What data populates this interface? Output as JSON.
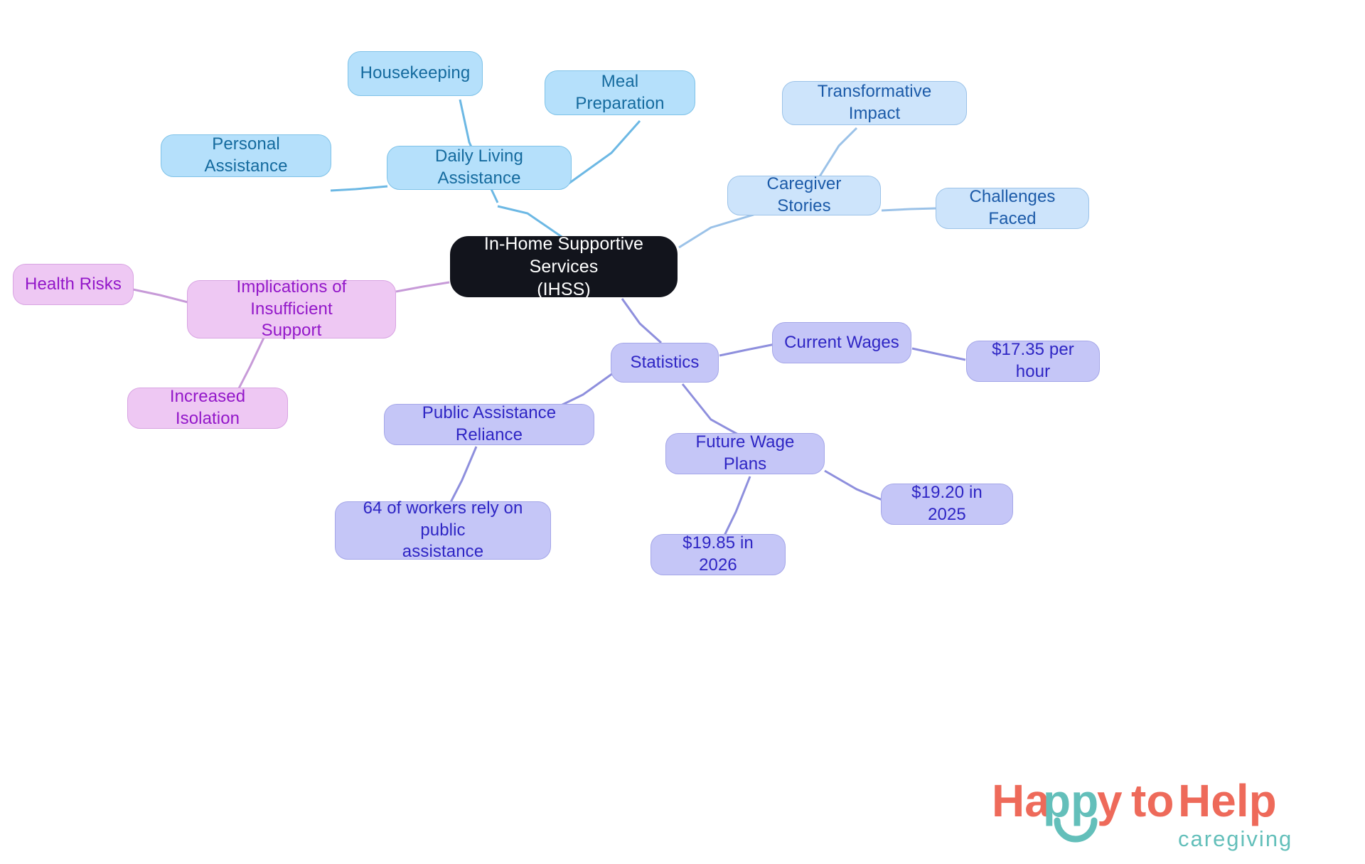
{
  "diagram": {
    "type": "mindmap",
    "title": "In-Home Supportive Services (IHSS)",
    "background_color": "#ffffff",
    "root": {
      "id": "root",
      "label": "In-Home Supportive Services (IHSS)",
      "label_line1": "In-Home Supportive Services",
      "label_line2": "(IHSS)",
      "color": "#12141c",
      "text_color": "#ffffff"
    },
    "branches": [
      {
        "id": "daily-living-assistance",
        "label": "Daily Living Assistance",
        "color": "#b5e0fb",
        "border_color": "#7ec2e8",
        "text_color": "#146a9e",
        "children": [
          {
            "id": "housekeeping",
            "label": "Housekeeping"
          },
          {
            "id": "meal-preparation",
            "label": "Meal Preparation"
          },
          {
            "id": "personal-assistance",
            "label": "Personal Assistance"
          }
        ]
      },
      {
        "id": "caregiver-stories",
        "label": "Caregiver Stories",
        "color": "#cde4fb",
        "border_color": "#9bc2e8",
        "text_color": "#1b5aa8",
        "children": [
          {
            "id": "transformative-impact",
            "label": "Transformative Impact"
          },
          {
            "id": "challenges-faced",
            "label": "Challenges Faced"
          }
        ]
      },
      {
        "id": "statistics",
        "label": "Statistics",
        "color": "#c5c6f7",
        "border_color": "#a4a6e8",
        "text_color": "#2e25c4",
        "children": [
          {
            "id": "current-wages",
            "label": "Current Wages",
            "children": [
              {
                "id": "wage-current",
                "label": "$17.35 per hour"
              }
            ]
          },
          {
            "id": "future-wage-plans",
            "label": "Future Wage Plans",
            "children": [
              {
                "id": "wage-2025",
                "label": "$19.20 in 2025"
              },
              {
                "id": "wage-2026",
                "label": "$19.85 in 2026"
              }
            ]
          },
          {
            "id": "public-assistance-reliance",
            "label": "Public Assistance Reliance",
            "children": [
              {
                "id": "public-assistance-stat",
                "label": "64 of workers rely on public assistance",
                "label_line1": "64 of workers rely on public",
                "label_line2": "assistance"
              }
            ]
          }
        ]
      },
      {
        "id": "implications-of-insufficient-support",
        "label": "Implications of Insufficient Support",
        "label_line1": "Implications of Insufficient",
        "label_line2": "Support",
        "color": "#eec8f3",
        "border_color": "#d8a3e2",
        "text_color": "#9317c9",
        "children": [
          {
            "id": "health-risks",
            "label": "Health Risks"
          },
          {
            "id": "increased-isolation",
            "label": "Increased Isolation"
          }
        ]
      }
    ]
  },
  "nodes": {
    "root": {
      "label_line1": "In-Home Supportive Services",
      "label_line2": "(IHSS)"
    },
    "housekeeping": {
      "label": "Housekeeping"
    },
    "meal_preparation": {
      "label": "Meal Preparation"
    },
    "personal_assistance": {
      "label": "Personal Assistance"
    },
    "daily_living_assistance": {
      "label": "Daily Living Assistance"
    },
    "transformative_impact": {
      "label": "Transformative Impact"
    },
    "caregiver_stories": {
      "label": "Caregiver Stories"
    },
    "challenges_faced": {
      "label": "Challenges Faced"
    },
    "statistics": {
      "label": "Statistics"
    },
    "current_wages": {
      "label": "Current Wages"
    },
    "wage_current": {
      "label": "$17.35 per hour"
    },
    "future_wage_plans": {
      "label": "Future Wage Plans"
    },
    "wage_2025": {
      "label": "$19.20 in 2025"
    },
    "wage_2026": {
      "label": "$19.85 in 2026"
    },
    "public_assistance_reliance": {
      "label": "Public Assistance Reliance"
    },
    "public_assistance_stat": {
      "line1": "64 of workers rely on public",
      "line2": "assistance"
    },
    "implications": {
      "line1": "Implications of Insufficient",
      "line2": "Support"
    },
    "health_risks": {
      "label": "Health Risks"
    },
    "increased_isolation": {
      "label": "Increased Isolation"
    }
  },
  "logo": {
    "word1": "Happy",
    "word1_prefix": "Ha",
    "word1_mid": "pp",
    "word1_suffix": "y",
    "word2": "to",
    "word3": "Help",
    "tagline": "caregiving",
    "coral": "#ee6a5a",
    "teal": "#63bfba"
  },
  "colors": {
    "background": "#ffffff",
    "root_fill": "#12141c",
    "blue_fill": "#b5e0fb",
    "blue_stroke": "#7ec2e8",
    "blue_text": "#146a9e",
    "lightblue_fill": "#cde4fb",
    "lightblue_stroke": "#9bc2e8",
    "lightblue_text": "#1b5aa8",
    "periwinkle_fill": "#c5c6f7",
    "periwinkle_stroke": "#a4a6e8",
    "periwinkle_text": "#2e25c4",
    "pink_fill": "#eec8f3",
    "pink_stroke": "#d8a3e2",
    "pink_text": "#9317c9"
  }
}
